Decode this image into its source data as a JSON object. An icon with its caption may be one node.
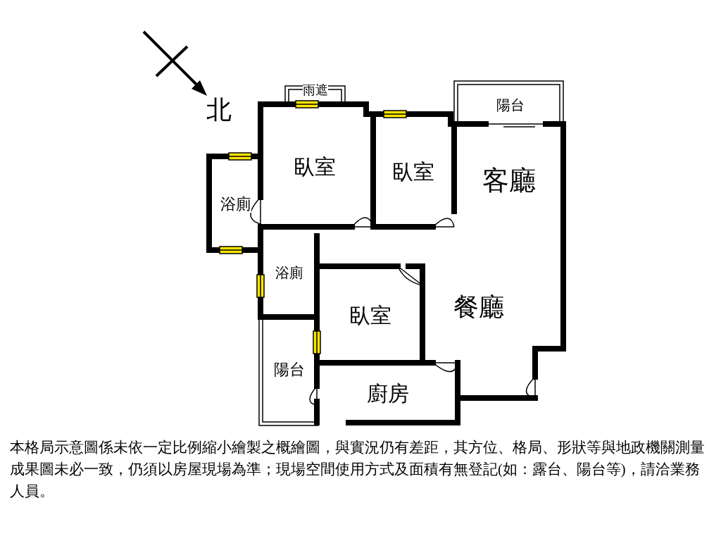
{
  "diagram": {
    "caption": "本格局示意圖係未依一定比例縮小繪製之概繪圖，與實況仍有差距，其方位、格局、形狀等與地政機關測量成果圖未必一致，仍須以房屋現場為準；現場空間使用方式及面積有無登記(如：露台、陽台等)，請洽業務人員。",
    "nodes": [
      {
        "text": [
          "雨遮"
        ]
      },
      {
        "text": [
          "陽台"
        ]
      },
      {
        "text": [
          "臥室"
        ]
      },
      {
        "text": [
          "臥室"
        ]
      },
      {
        "text": [
          "客廳"
        ]
      },
      {
        "text": [
          "浴廁"
        ]
      },
      {
        "text": [
          "浴廁"
        ]
      },
      {
        "text": [
          "臥室"
        ]
      },
      {
        "text": [
          "餐廳"
        ]
      },
      {
        "text": [
          "陽台"
        ]
      },
      {
        "text": [
          "廚房"
        ]
      }
    ],
    "labels": [
      "北"
    ]
  }
}
